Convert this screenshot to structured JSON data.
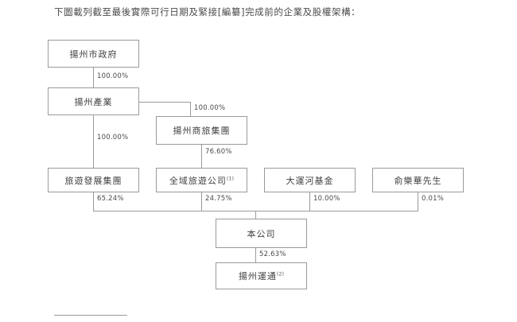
{
  "document": {
    "caption": "下圖載列截至最後實際可行日期及緊接[編纂]完成前的企業及股權架構："
  },
  "chart_data": {
    "type": "diagram",
    "title": "企業及股權架構",
    "nodes": [
      {
        "id": "yangzhou-municipal-government",
        "label": "揚州市政府",
        "sup": ""
      },
      {
        "id": "yangzhou-industry",
        "label": "揚州產業",
        "sup": ""
      },
      {
        "id": "yangzhou-commerce-travel-group",
        "label": "揚州商旅集團",
        "sup": ""
      },
      {
        "id": "tourism-development-group",
        "label": "旅遊發展集團",
        "sup": ""
      },
      {
        "id": "quanyu-tourism-company",
        "label": "全域旅遊公司",
        "sup": "(1)"
      },
      {
        "id": "grand-canal-fund",
        "label": "大運河基金",
        "sup": ""
      },
      {
        "id": "mr-yu-lehua",
        "label": "俞樂華先生",
        "sup": ""
      },
      {
        "id": "our-company",
        "label": "本公司",
        "sup": ""
      },
      {
        "id": "yangzhou-yuntong",
        "label": "揚州運通",
        "sup": "(2)"
      }
    ],
    "edges": [
      {
        "from": "yangzhou-municipal-government",
        "to": "yangzhou-industry",
        "percent": "100.00%"
      },
      {
        "from": "yangzhou-industry",
        "to": "yangzhou-commerce-travel-group",
        "percent": "100.00%"
      },
      {
        "from": "yangzhou-industry",
        "to": "tourism-development-group",
        "percent": "100.00%"
      },
      {
        "from": "yangzhou-commerce-travel-group",
        "to": "quanyu-tourism-company",
        "percent": "76.60%"
      },
      {
        "from": "tourism-development-group",
        "to": "our-company",
        "percent": "65.24%"
      },
      {
        "from": "quanyu-tourism-company",
        "to": "our-company",
        "percent": "24.75%"
      },
      {
        "from": "grand-canal-fund",
        "to": "our-company",
        "percent": "10.00%"
      },
      {
        "from": "mr-yu-lehua",
        "to": "our-company",
        "percent": "0.01%"
      },
      {
        "from": "our-company",
        "to": "yangzhou-yuntong",
        "percent": "52.63%"
      }
    ],
    "percent_labels": {
      "gov_to_industry": "100.00%",
      "industry_to_commerce_travel": "100.00%",
      "industry_to_tourism_dev": "100.00%",
      "commerce_travel_to_quanyu": "76.60%",
      "tourism_dev_to_company": "65.24%",
      "quanyu_to_company": "24.75%",
      "canal_fund_to_company": "10.00%",
      "yu_to_company": "0.01%",
      "company_to_yuntong": "52.63%"
    }
  },
  "colors": {
    "border": "#9a9a9a",
    "text": "#3f3f3f",
    "background": "#ffffff"
  }
}
